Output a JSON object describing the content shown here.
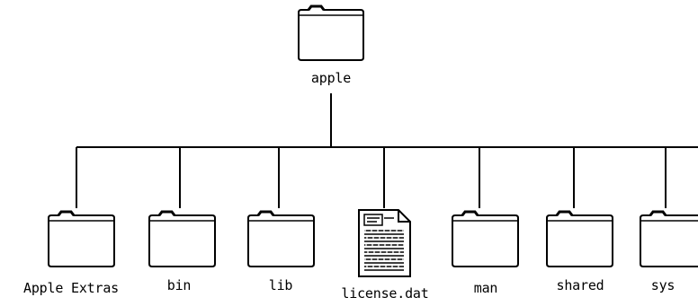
{
  "root": {
    "label": "apple",
    "icon": "folder-icon"
  },
  "children": [
    {
      "label": "Apple Extras",
      "icon": "folder-icon"
    },
    {
      "label": "bin",
      "icon": "folder-icon"
    },
    {
      "label": "lib",
      "icon": "folder-icon"
    },
    {
      "label": "license.dat",
      "icon": "document-icon"
    },
    {
      "label": "man",
      "icon": "folder-icon"
    },
    {
      "label": "shared",
      "icon": "folder-icon"
    },
    {
      "label": "sys",
      "icon": "folder-icon"
    }
  ],
  "colors": {
    "line": "#000000",
    "background": "#ffffff"
  }
}
